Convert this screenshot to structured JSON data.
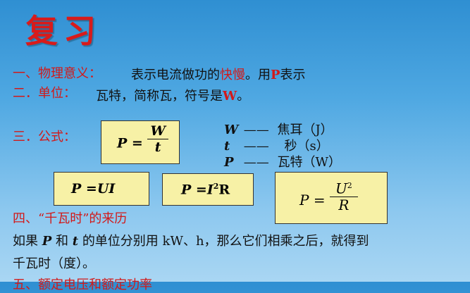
{
  "slide": {
    "title": "复习",
    "section1": {
      "heading": "一、物理意义：",
      "text_a": "表示电流做功的",
      "text_hl": "快慢",
      "text_b": "。用",
      "text_p": "P",
      "text_c": "表示"
    },
    "section2": {
      "heading": "二．单位：",
      "text_a": "瓦特，简称瓦，符号是",
      "text_w": "W",
      "text_b": "。"
    },
    "section3": {
      "heading": "三．公式：",
      "formula_main": {
        "lhs": "P =",
        "num": "W",
        "den": "t"
      },
      "legend": [
        {
          "sym": "W",
          "dash": "——",
          "name": "焦耳（J）"
        },
        {
          "sym": "t",
          "dash": "——",
          "name": "秒（s）"
        },
        {
          "sym": "P",
          "dash": "——",
          "name": "瓦特（W）"
        }
      ],
      "formula_ui": "P =UI",
      "formula_i2r": {
        "lhs": "P =I",
        "sup": "2",
        "rhs": "R"
      },
      "formula_u2r": {
        "lhs": "P =",
        "num": "U",
        "sup": "2",
        "den": "R"
      }
    },
    "section4": {
      "heading": "四、“千瓦时”的来历",
      "line1_a": "如果",
      "line1_p": "P",
      "line1_b": "和",
      "line1_t": "t",
      "line1_c": "的单位分别用 kW、h，那么它们相乘之后，就得到",
      "line2": "千瓦时（度）。"
    },
    "section5_partial": "五、额定电压和额定功率"
  },
  "colors": {
    "heading": "#d21919",
    "box_fill": "#f7f1a6",
    "text": "#111111"
  }
}
